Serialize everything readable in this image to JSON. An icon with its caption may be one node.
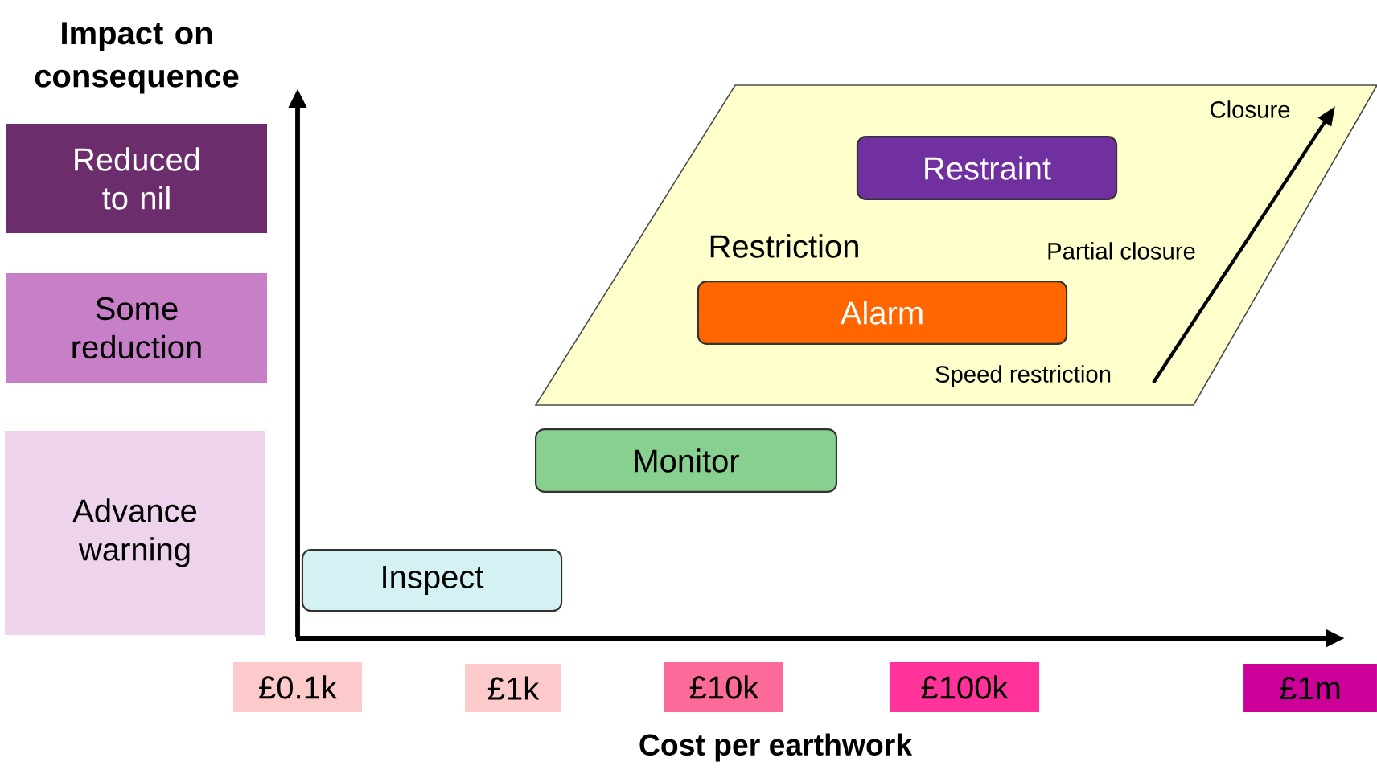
{
  "diagram": {
    "nodes": [
      {
        "text": [
          "Reduced to nil"
        ]
      },
      {
        "text": [
          "Some reduction"
        ]
      },
      {
        "text": [
          "Advance warning"
        ]
      },
      {
        "text": [
          "Restriction"
        ]
      },
      {
        "text": [
          "Restraint"
        ],
        "in": 3
      },
      {
        "text": [
          "Alarm"
        ],
        "in": 3
      },
      {
        "text": [
          "Monitor"
        ]
      },
      {
        "text": [
          "Inspect"
        ]
      },
      {
        "text": [
          "£0.1k"
        ]
      },
      {
        "text": [
          "£1k"
        ]
      },
      {
        "text": [
          "£10k"
        ]
      },
      {
        "text": [
          "£100k"
        ]
      },
      {
        "text": [
          "£1m"
        ]
      }
    ],
    "edges": [],
    "labels": [
      "Impact on consequence",
      "Closure",
      "Partial closure",
      "Speed restriction",
      "Cost per earthwork"
    ]
  }
}
